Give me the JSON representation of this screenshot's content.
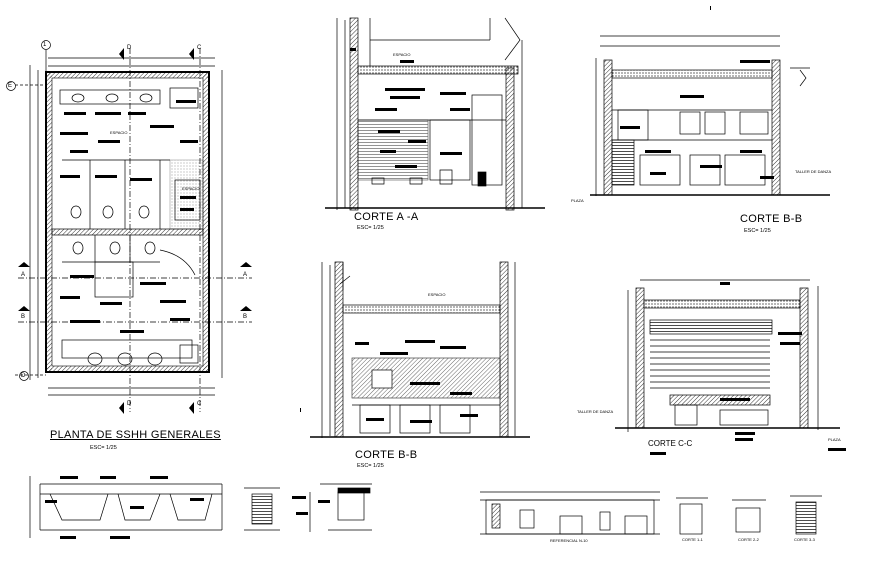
{
  "plan": {
    "title": "PLANTA DE SSHH GENERALES",
    "scale": "ESC= 1/25",
    "grid_labels": {
      "one": "1",
      "e": "E",
      "d": "D",
      "col_d": "D",
      "col_c": "C",
      "row_a": "A",
      "row_b": "B"
    },
    "room_labels": [
      "ESPACIO",
      "ESPACIO"
    ]
  },
  "sections": {
    "aa": {
      "title": "CORTE A -A",
      "scale": "ESC= 1/25",
      "room": "ESPACIO"
    },
    "bb_top": {
      "title": "CORTE B-B",
      "scale": "ESC= 1/25",
      "room_left": "PLAZA",
      "room_right": "TALLER DE DANZA"
    },
    "bb_mid": {
      "title": "CORTE B-B",
      "scale": "ESC= 1/25",
      "room": "ESPACIO"
    },
    "cc": {
      "title": "CORTE C-C",
      "room_left": "TALLER DE DANZA",
      "room_right": "PLAZA"
    }
  },
  "details": {
    "bottom_right": {
      "main": "REFERENCIAL N-10",
      "d1": "CORTE 1-1",
      "d2": "CORTE 2-2",
      "d3": "CORTE 3-3"
    }
  }
}
